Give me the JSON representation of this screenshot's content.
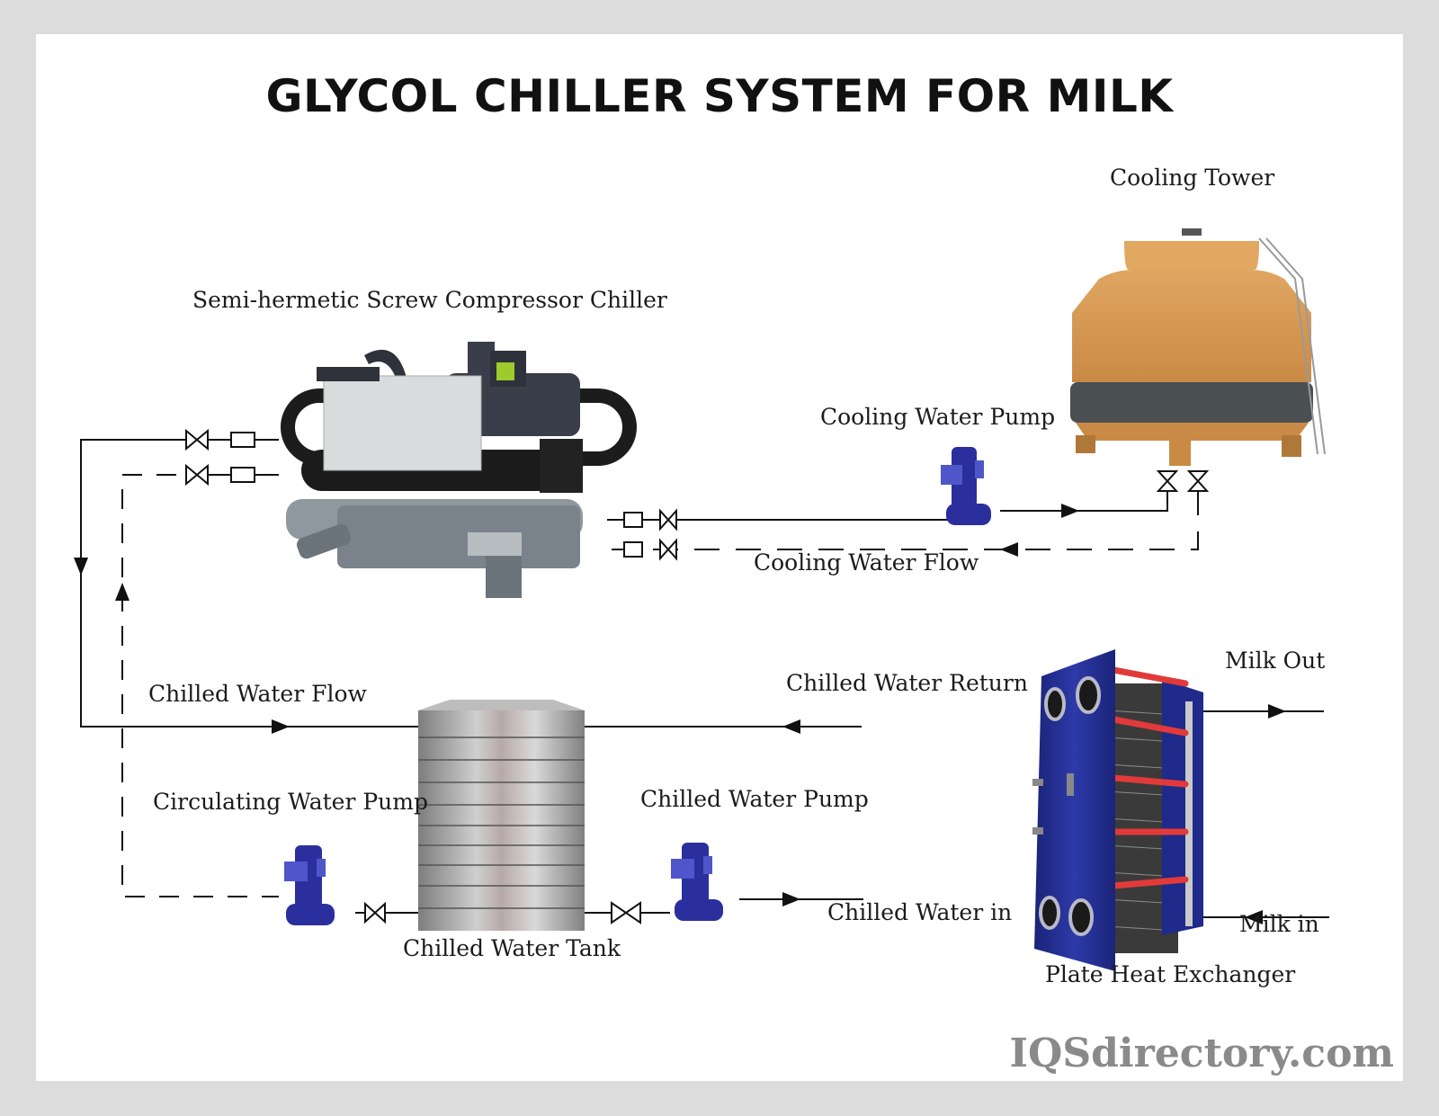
{
  "title": "GLYCOL CHILLER SYSTEM FOR MILK",
  "labels": {
    "cooling_tower": "Cooling Tower",
    "chiller": "Semi-hermetic Screw Compressor Chiller",
    "cooling_water_pump": "Cooling Water Pump",
    "cooling_water_flow": "Cooling Water Flow",
    "chilled_water_flow": "Chilled Water Flow",
    "chilled_water_return": "Chilled Water Return",
    "milk_out": "Milk Out",
    "circulating_water_pump": "Circulating Water Pump",
    "chilled_water_pump": "Chilled Water Pump",
    "chilled_water_in": "Chilled Water in",
    "milk_in": "Milk in",
    "chilled_water_tank": "Chilled Water Tank",
    "plate_heat_exchanger": "Plate Heat Exchanger"
  },
  "brand": "IQSdirectory.com",
  "colors": {
    "pump": "#2b2f9e",
    "tower_body": "#d89a55",
    "tower_band": "#4a4f52",
    "exchanger_frame": "#1f2a8a",
    "exchanger_rod": "#e23a3a",
    "tank": "#a5a5a5",
    "line": "#111111"
  }
}
